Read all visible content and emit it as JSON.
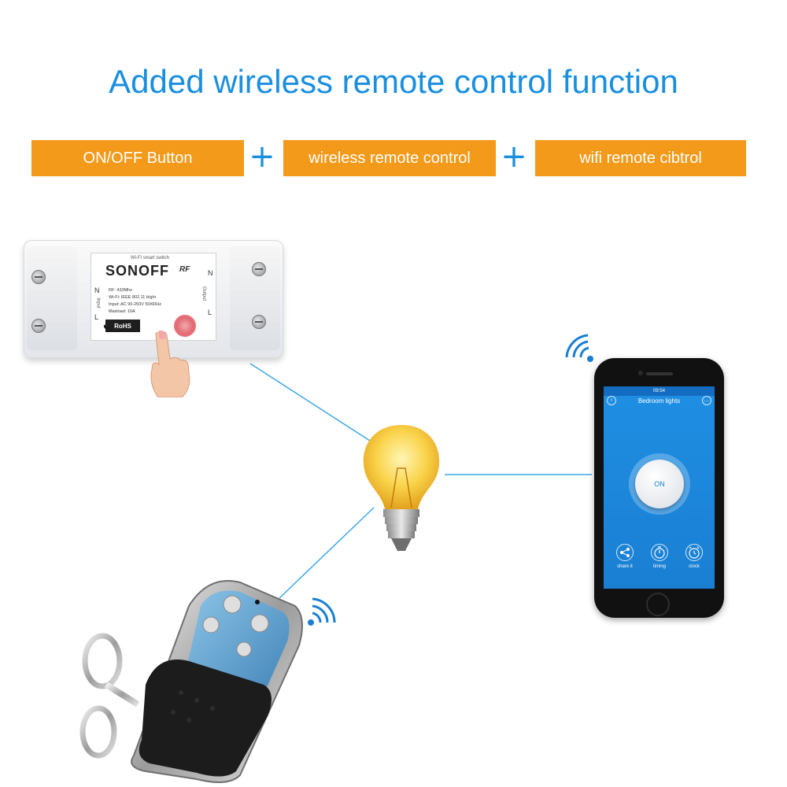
{
  "headline": "Added wireless remote control function",
  "features": [
    {
      "label": "ON/OFF Button"
    },
    {
      "label": "wireless remote control"
    },
    {
      "label": "wifi remote cibtrol"
    }
  ],
  "plus_symbol": "+",
  "colors": {
    "headline_blue": "#1a8fe0",
    "feature_orange": "#f39a1a",
    "connector_blue": "#3aa7e6",
    "app_blue": "#1a7fd3"
  },
  "switch_device": {
    "top_note": "Wi-Fi smart switch",
    "brand": "SONOFF",
    "brand_suffix": "RF",
    "specs": [
      "RF: 433Mhz",
      "Wi-Fi: IEEE 802.11 b/g/n",
      "Input: AC 90-250V  50/60Hz",
      "Maxload: 10A"
    ],
    "input_label": "Input",
    "output_label": "Output",
    "n_mark": "N",
    "l_mark": "L",
    "rohs": "RoHS"
  },
  "phone_app": {
    "time": "09:54",
    "title": "Bedroom lights",
    "back_icon": "back-arrow-icon",
    "more_icon": "more-icon",
    "switch_state": "ON",
    "actions": [
      {
        "label": "share it",
        "icon": "share-icon"
      },
      {
        "label": "timing",
        "icon": "timer-icon"
      },
      {
        "label": "clock",
        "icon": "alarm-clock-icon"
      }
    ]
  }
}
